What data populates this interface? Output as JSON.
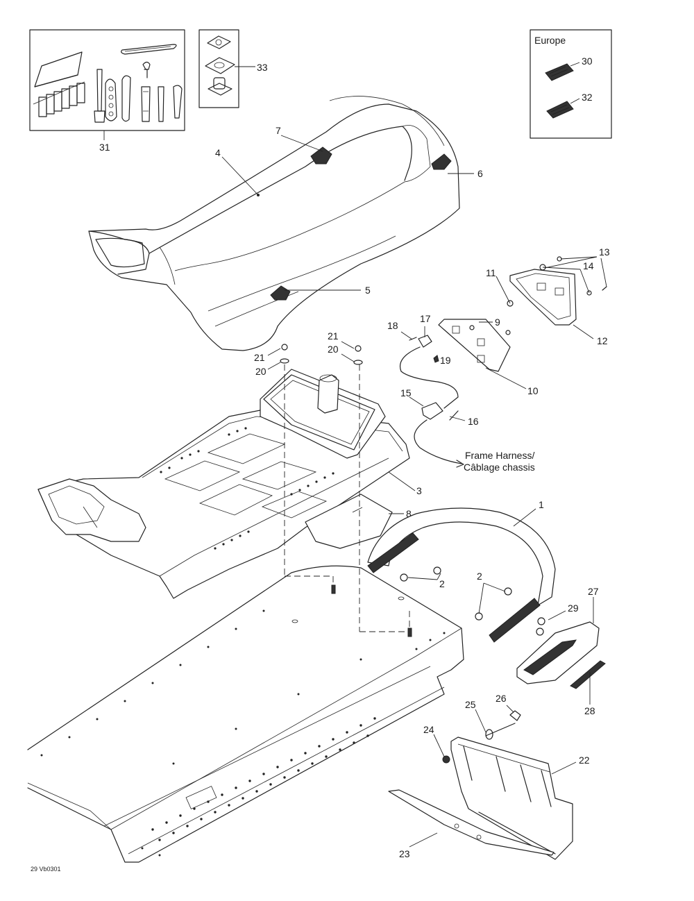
{
  "diagram": {
    "europe_label": "Europe",
    "harness_label_line1": "Frame Harness/",
    "harness_label_line2": "Câblage chassis",
    "drawing_code": "29 Vb0301",
    "part_numbers": {
      "p1": "1",
      "p2a": "2",
      "p2b": "2",
      "p3": "3",
      "p4": "4",
      "p5": "5",
      "p6": "6",
      "p7": "7",
      "p8": "8",
      "p9": "9",
      "p10": "10",
      "p11": "11",
      "p12": "12",
      "p13": "13",
      "p14": "14",
      "p15": "15",
      "p16": "16",
      "p17": "17",
      "p18": "18",
      "p19": "19",
      "p20a": "20",
      "p20b": "20",
      "p21a": "21",
      "p21b": "21",
      "p22": "22",
      "p23": "23",
      "p24": "24",
      "p25": "25",
      "p26": "26",
      "p27": "27",
      "p28": "28",
      "p29": "29",
      "p30": "30",
      "p31": "31",
      "p32": "32",
      "p33": "33"
    }
  }
}
